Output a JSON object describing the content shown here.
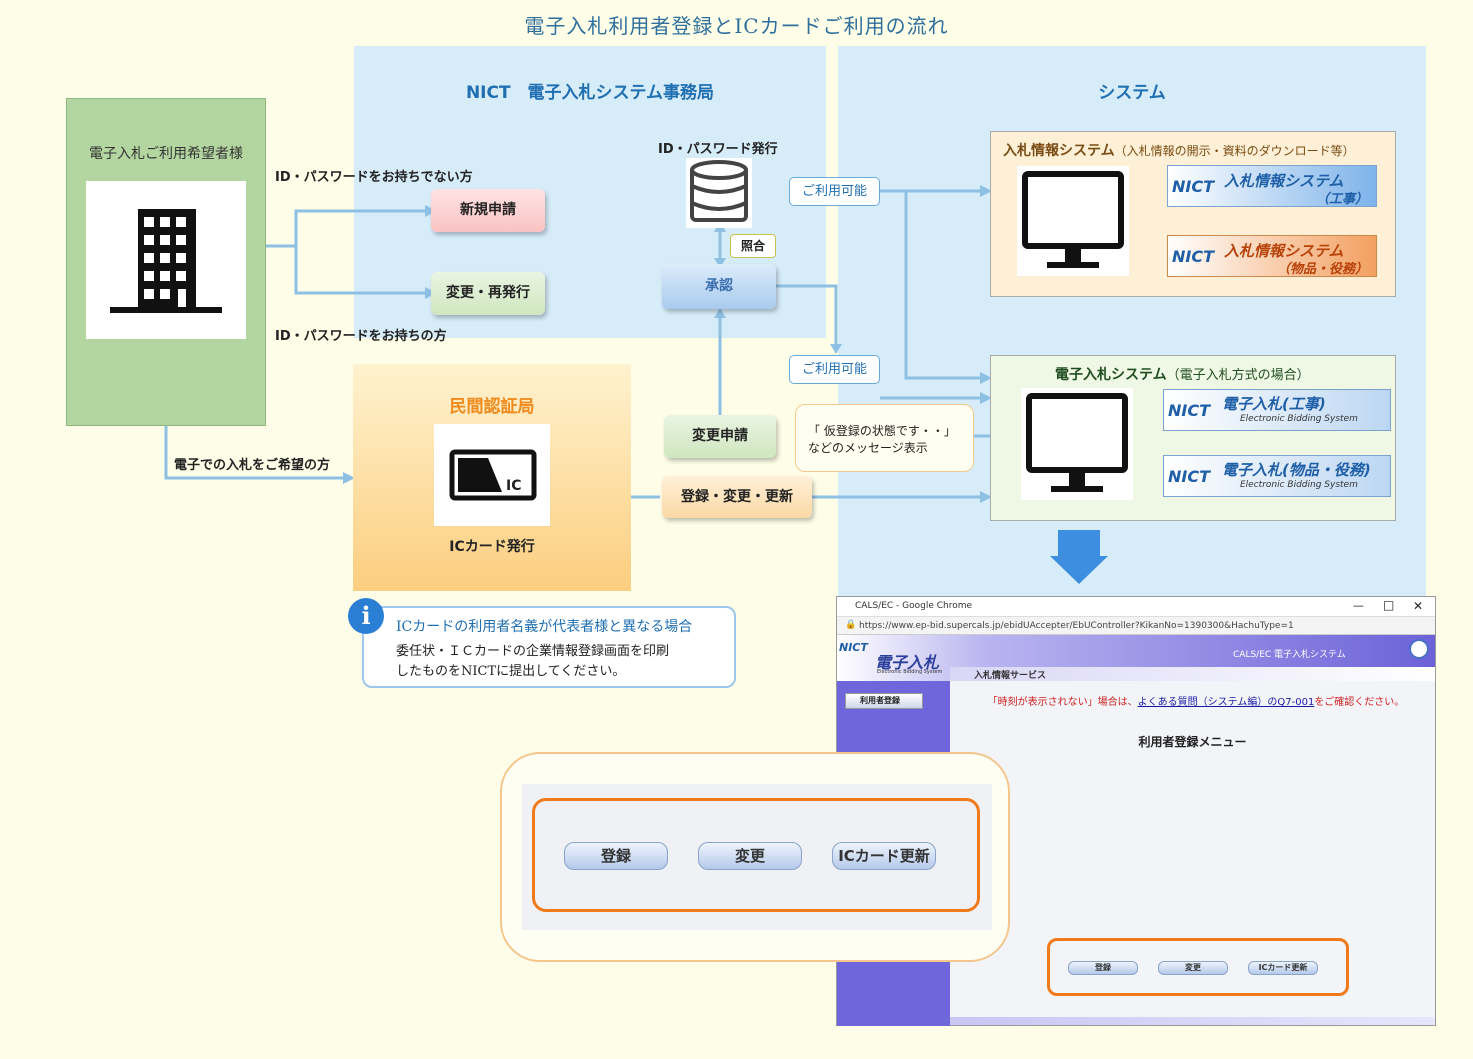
{
  "title": "電子入札利用者登録とICカードご利用の流れ",
  "nict_office": {
    "title": "NICT　電子入札システム事務局"
  },
  "system": {
    "title": "システム"
  },
  "user": {
    "label": "電子入札ご利用希望者様"
  },
  "labels": {
    "no_id": "ID・パスワードをお持ちでない方",
    "has_id": "ID・パスワードをお持ちの方",
    "want_ebid": "電子での入札をご希望の方",
    "id_issue": "ID・パスワード発行",
    "verify": "照合"
  },
  "buttons": {
    "new_apply": "新規申請",
    "change_reissue": "変更・再発行",
    "approve": "承認",
    "change_apply": "変更申請",
    "register_change_renew": "登録・変更・更新"
  },
  "chips": {
    "available_1": "ご利用可能",
    "available_2": "ご利用可能"
  },
  "message": {
    "line1": "「 仮登録の状態です・・」",
    "line2": "などのメッセージ表示"
  },
  "ca": {
    "title": "民間認証局",
    "card_issue": "ICカード発行",
    "ic": "IC"
  },
  "info": {
    "heading": "ICカードの利用者名義が代表者様と異なる場合",
    "line1": "委任状・ＩＣカードの企業情報登録画面を印刷",
    "line2": "したものをNICTに提出してください。"
  },
  "bid_info_system": {
    "title": "入札情報システム",
    "subtitle": "（入札情報の開示・資料のダウンロード等）",
    "logo1_main": "入札情報システム",
    "logo1_sub": "（工事）",
    "logo2_main": "入札情報システム",
    "logo2_sub": "（物品・役務）"
  },
  "ebid_system": {
    "title": "電子入札システム",
    "subtitle": "（電子入札方式の場合）",
    "logo1_main": "電子入札(工事)",
    "logo2_main": "電子入札(物品・役務)",
    "logo_sub": "Electronic Bidding System"
  },
  "nict_logo": "NICT",
  "browser": {
    "window_title": "CALS/EC - Google Chrome",
    "url": "https://www.ep-bid.supercals.jp/ebidUAccepter/EbUController?KikanNo=1390300&HachuType=1",
    "brand": "電子入札",
    "brand_sub": "Electronic Bidding System",
    "header_right": "CALS/EC 電子入札システム",
    "service_tab": "入札情報サービス",
    "side_button": "利用者登録",
    "notice_pre": "「時刻が表示されない」場合は、",
    "notice_link": "よくある質問（システム編）のQ7-001",
    "notice_post": "をご確認ください。",
    "menu_title": "利用者登録メニュー",
    "btn_register": "登録",
    "btn_change": "変更",
    "btn_ic_renew": "ICカード更新"
  },
  "zoom": {
    "btn_register": "登録",
    "btn_change": "変更",
    "btn_ic_renew": "ICカード更新"
  },
  "colors": {
    "accent_blue": "#1f6fb2",
    "orange_highlight": "#f07a1a",
    "ca_orange": "#f08a1c"
  }
}
